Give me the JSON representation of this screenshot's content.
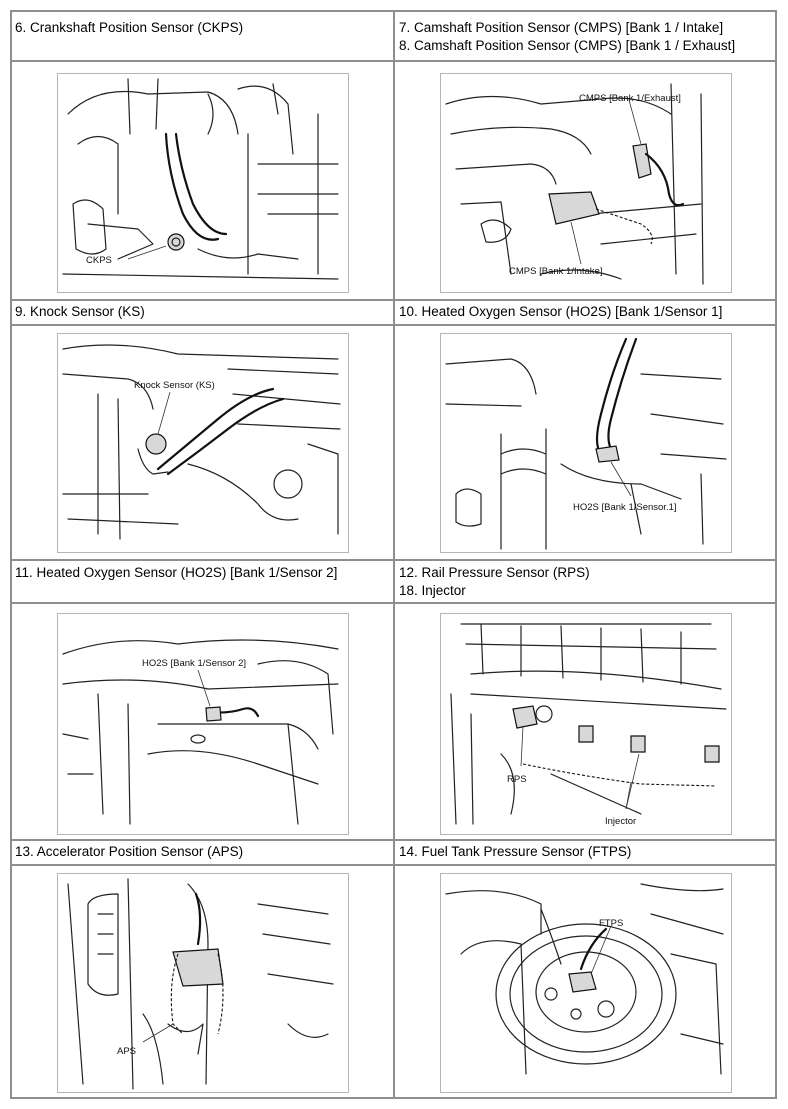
{
  "cells": [
    {
      "lines": [
        "6. Crankshaft Position Sensor (CKPS)"
      ],
      "callouts": [
        "CKPS"
      ]
    },
    {
      "lines": [
        "7. Camshaft Position Sensor (CMPS) [Bank 1 / Intake]",
        "8. Camshaft Position Sensor (CMPS) [Bank 1 / Exhaust]"
      ],
      "callouts": [
        "CMPS [Bank 1/Exhaust]",
        "CMPS [Bank 1/Intake]"
      ]
    },
    {
      "lines": [
        "9. Knock Sensor (KS)"
      ],
      "callouts": [
        "Knock Sensor (KS)"
      ]
    },
    {
      "lines": [
        "10. Heated Oxygen Sensor (HO2S) [Bank 1/Sensor 1]"
      ],
      "callouts": [
        "HO2S [Bank 1/Sensor.1]"
      ]
    },
    {
      "lines": [
        "11. Heated Oxygen Sensor (HO2S) [Bank 1/Sensor 2]"
      ],
      "callouts": [
        "HO2S [Bank 1/Sensor 2]"
      ]
    },
    {
      "lines": [
        "12. Rail Pressure Sensor (RPS)",
        "18. Injector"
      ],
      "callouts": [
        "RPS",
        "Injector"
      ]
    },
    {
      "lines": [
        "13. Accelerator Position Sensor (APS)"
      ],
      "callouts": [
        "APS"
      ]
    },
    {
      "lines": [
        "14. Fuel Tank Pressure Sensor (FTPS)"
      ],
      "callouts": [
        "FTPS"
      ]
    }
  ]
}
